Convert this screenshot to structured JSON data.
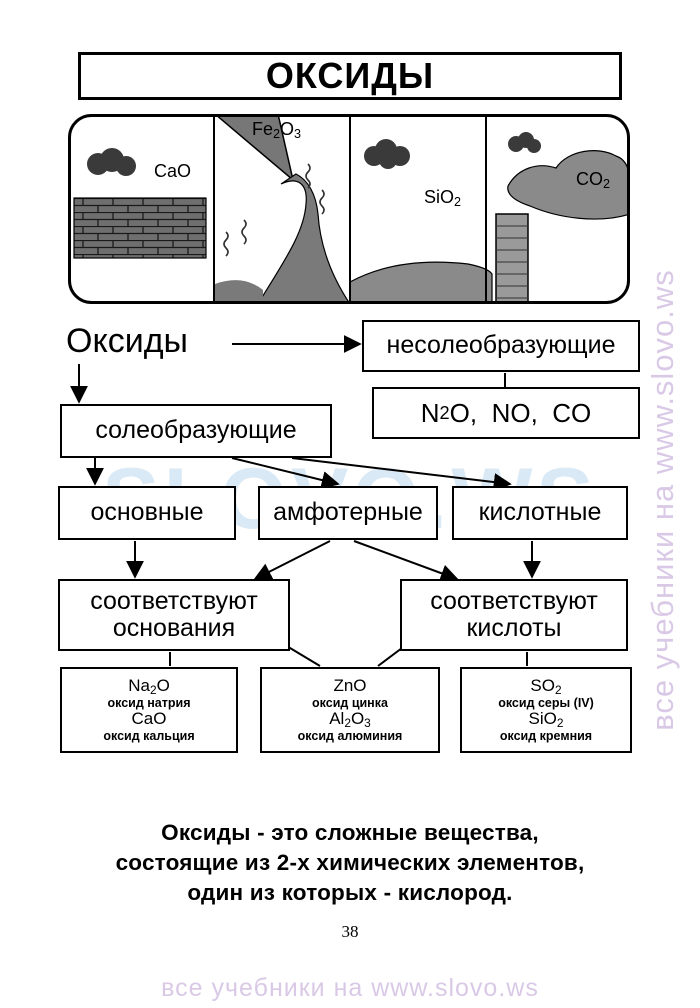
{
  "title": "ОКСИДЫ",
  "illustration": {
    "panel1": {
      "formula": "CaO"
    },
    "panel2": {
      "formula_main": "Fe",
      "formula_sub1": "2",
      "formula_mid": "O",
      "formula_sub2": "3"
    },
    "panel3": {
      "formula_main": "SiO",
      "formula_sub": "2"
    },
    "panel4": {
      "formula_main": "CO",
      "formula_sub": "2"
    }
  },
  "diagram": {
    "root_label": "Оксиды",
    "non_salt_forming": "несолеобразующие",
    "non_salt_examples": {
      "n2o_main": "N",
      "n2o_sub": "2",
      "n2o_end": "O,",
      "no": "NO,",
      "co": "CO"
    },
    "salt_forming": "солеобразующие",
    "basic": "основные",
    "amphoteric": "амфотерные",
    "acidic": "кислотные",
    "corr_bases": {
      "line1": "соответствуют",
      "line2": "основания"
    },
    "corr_acids": {
      "line1": "соответствуют",
      "line2": "кислоты"
    },
    "examples_basic": {
      "f1_main": "Na",
      "f1_sub": "2",
      "f1_end": "O",
      "n1": "оксид натрия",
      "f2": "CaO",
      "n2": "оксид кальция"
    },
    "examples_amph": {
      "f1": "ZnO",
      "n1": "оксид цинка",
      "f2_main": "Al",
      "f2_sub1": "2",
      "f2_mid": "O",
      "f2_sub2": "3",
      "n2": "оксид алюминия"
    },
    "examples_acid": {
      "f1_main": "SO",
      "f1_sub": "2",
      "n1": "оксид серы (IV)",
      "f2_main": "SiO",
      "f2_sub": "2",
      "n2": "оксид кремния"
    }
  },
  "definition": {
    "line1": "Оксиды - это сложные вещества,",
    "line2": "состоящие из 2-х химических элементов,",
    "line3": "один из которых - кислород."
  },
  "page_number": "38",
  "watermark": {
    "side": "все учебники на www.slovo.ws",
    "footer": "все учебники на www.slovo.ws",
    "center": "SLOVO.WS"
  }
}
